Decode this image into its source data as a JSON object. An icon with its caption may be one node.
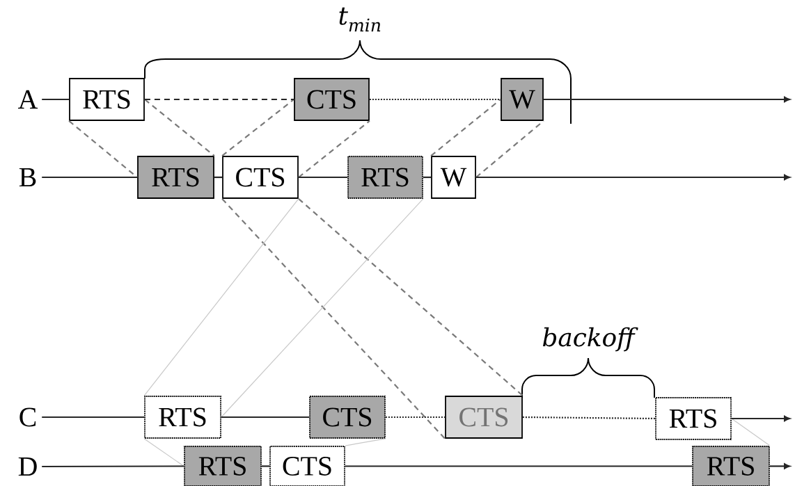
{
  "diagram": {
    "nodes": [
      {
        "text": [
          "RTS"
        ]
      },
      {
        "text": [
          "CTS"
        ]
      },
      {
        "text": [
          "W"
        ]
      },
      {
        "text": [
          "RTS"
        ]
      },
      {
        "text": [
          "CTS"
        ]
      },
      {
        "text": [
          "RTS"
        ]
      },
      {
        "text": [
          "W"
        ]
      },
      {
        "text": [
          "RTS"
        ]
      },
      {
        "text": [
          "CTS"
        ]
      },
      {
        "text": [
          "CTS"
        ]
      },
      {
        "text": [
          "RTS"
        ]
      },
      {
        "text": [
          "RTS"
        ]
      },
      {
        "text": [
          "CTS"
        ]
      },
      {
        "text": [
          "RTS"
        ]
      },
      {
        "text": [
          "A"
        ]
      },
      {
        "text": [
          "B"
        ]
      },
      {
        "text": [
          "C"
        ]
      },
      {
        "text": [
          "D"
        ]
      }
    ],
    "edges": [
      {
        "from": 0,
        "to": 3,
        "arrow": "none",
        "style": "dashed",
        "color": "#7a7a7a"
      },
      {
        "from": 0,
        "to": 3,
        "arrow": "none",
        "style": "dashed",
        "color": "#7a7a7a"
      },
      {
        "from": 4,
        "to": 1,
        "arrow": "none",
        "style": "dashed",
        "color": "#7a7a7a"
      },
      {
        "from": 4,
        "to": 1,
        "arrow": "none",
        "style": "dashed",
        "color": "#7a7a7a"
      },
      {
        "from": 6,
        "to": 2,
        "arrow": "none",
        "style": "dashed",
        "color": "#7a7a7a"
      },
      {
        "from": 6,
        "to": 2,
        "arrow": "none",
        "style": "dashed",
        "color": "#7a7a7a"
      },
      {
        "from": 4,
        "to": 9,
        "arrow": "none",
        "style": "dashed",
        "color": "#7a7a7a"
      },
      {
        "from": 4,
        "to": 9,
        "arrow": "none",
        "style": "dashed",
        "color": "#7a7a7a"
      },
      {
        "from": 7,
        "to": 4,
        "arrow": "none",
        "color": "#c8c8c8"
      },
      {
        "from": 7,
        "to": 5,
        "arrow": "none",
        "color": "#c8c8c8"
      },
      {
        "from": 7,
        "to": 11,
        "arrow": "none",
        "color": "#c8c8c8"
      },
      {
        "from": 12,
        "to": 8,
        "arrow": "none",
        "color": "#c8c8c8"
      },
      {
        "from": 10,
        "to": 13,
        "arrow": "none",
        "color": "#c8c8c8"
      },
      {
        "from": 14,
        "to": 0,
        "arrow": "none"
      },
      {
        "from": 0,
        "to": 1,
        "arrow": "none",
        "style": "dashed"
      },
      {
        "from": 1,
        "to": 2,
        "arrow": "none",
        "style": "dashed"
      },
      {
        "from": 2,
        "to": null,
        "arrow": "to"
      },
      {
        "from": 15,
        "to": 3,
        "arrow": "none"
      },
      {
        "from": 3,
        "to": 4,
        "arrow": "none"
      },
      {
        "from": 4,
        "to": 5,
        "arrow": "none"
      },
      {
        "from": 5,
        "to": 6,
        "arrow": "none"
      },
      {
        "from": 6,
        "to": null,
        "arrow": "to"
      },
      {
        "from": 16,
        "to": 7,
        "arrow": "none"
      },
      {
        "from": 7,
        "to": 8,
        "arrow": "none"
      },
      {
        "from": 8,
        "to": 9,
        "arrow": "none",
        "style": "dashed"
      },
      {
        "from": 9,
        "to": 10,
        "arrow": "none",
        "style": "dashed"
      },
      {
        "from": 10,
        "to": null,
        "arrow": "to"
      },
      {
        "from": 17,
        "to": 11,
        "arrow": "none"
      },
      {
        "from": 11,
        "to": 12,
        "arrow": "none"
      },
      {
        "from": 12,
        "to": 13,
        "arrow": "none"
      },
      {
        "from": 13,
        "to": null,
        "arrow": "to"
      }
    ],
    "labels": [
      "t$_{min}$",
      "backoff"
    ]
  }
}
